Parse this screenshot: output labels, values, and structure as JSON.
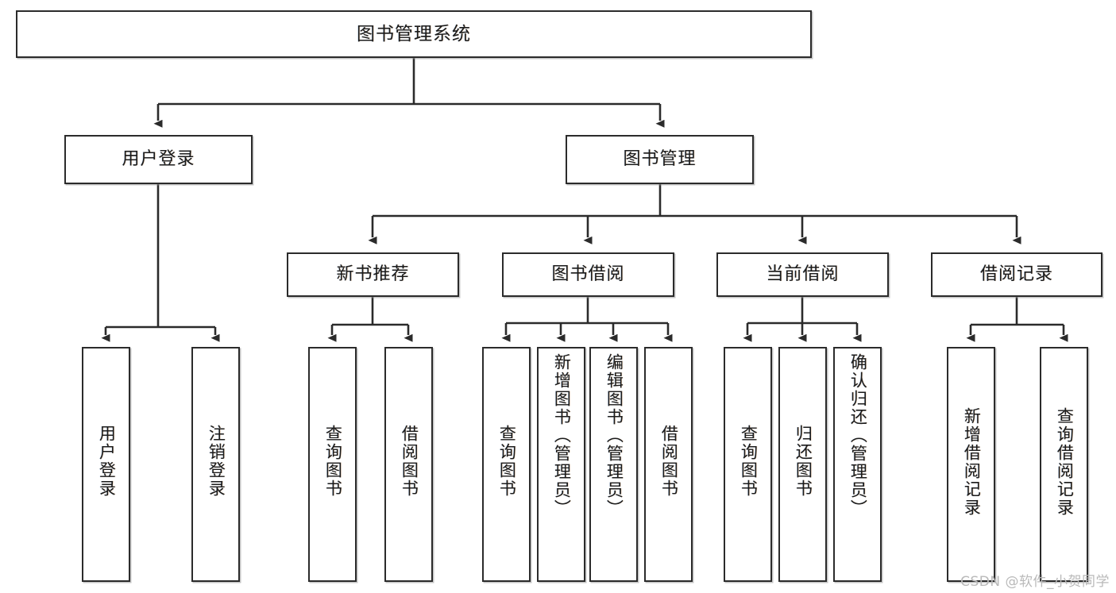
{
  "diagram": {
    "title": "图书管理系统",
    "type": "tree",
    "watermark": "CSDN @软件_小贺同学",
    "colors": {
      "box_border": "#2b2b2b",
      "box_fill": "#ffffff",
      "connector": "#2b2b2b",
      "text": "#1b1b1b",
      "watermark": "#b9b9b9",
      "background": "#ffffff"
    },
    "levels": {
      "root": "图书管理系统",
      "level2": [
        "用户登录",
        "图书管理"
      ],
      "level3": [
        "新书推荐",
        "图书借阅",
        "当前借阅",
        "借阅记录"
      ]
    },
    "nodes": {
      "root": {
        "label": "图书管理系统"
      },
      "user_login": {
        "label": "用户登录"
      },
      "book_manage": {
        "label": "图书管理"
      },
      "new_book_rec": {
        "label": "新书推荐"
      },
      "book_borrow": {
        "label": "图书借阅"
      },
      "current_borrow": {
        "label": "当前借阅"
      },
      "borrow_record": {
        "label": "借阅记录"
      }
    },
    "leaves": {
      "user_login": [
        {
          "label": "用户登录"
        },
        {
          "label": "注销登录"
        }
      ],
      "new_book_rec": [
        {
          "label": "查询图书"
        },
        {
          "label": "借阅图书"
        }
      ],
      "book_borrow": [
        {
          "label": "查询图书"
        },
        {
          "label": "新增图书（管理员）"
        },
        {
          "label": "编辑图书（管理员）"
        },
        {
          "label": "借阅图书"
        }
      ],
      "current_borrow": [
        {
          "label": "查询图书"
        },
        {
          "label": "归还图书"
        },
        {
          "label": "确认归还（管理员）"
        }
      ],
      "borrow_record": [
        {
          "label": "新增借阅记录"
        },
        {
          "label": "查询借阅记录"
        }
      ]
    },
    "edges": [
      {
        "from": "图书管理系统",
        "to": "用户登录"
      },
      {
        "from": "图书管理系统",
        "to": "图书管理"
      },
      {
        "from": "图书管理",
        "to": "新书推荐"
      },
      {
        "from": "图书管理",
        "to": "图书借阅"
      },
      {
        "from": "图书管理",
        "to": "当前借阅"
      },
      {
        "from": "图书管理",
        "to": "借阅记录"
      },
      {
        "from": "用户登录",
        "to": "用户登录"
      },
      {
        "from": "用户登录",
        "to": "注销登录"
      },
      {
        "from": "新书推荐",
        "to": "查询图书"
      },
      {
        "from": "新书推荐",
        "to": "借阅图书"
      },
      {
        "from": "图书借阅",
        "to": "查询图书"
      },
      {
        "from": "图书借阅",
        "to": "新增图书（管理员）"
      },
      {
        "from": "图书借阅",
        "to": "编辑图书（管理员）"
      },
      {
        "from": "图书借阅",
        "to": "借阅图书"
      },
      {
        "from": "当前借阅",
        "to": "查询图书"
      },
      {
        "from": "当前借阅",
        "to": "归还图书"
      },
      {
        "from": "当前借阅",
        "to": "确认归还（管理员）"
      },
      {
        "from": "借阅记录",
        "to": "新增借阅记录"
      },
      {
        "from": "借阅记录",
        "to": "查询借阅记录"
      }
    ]
  }
}
